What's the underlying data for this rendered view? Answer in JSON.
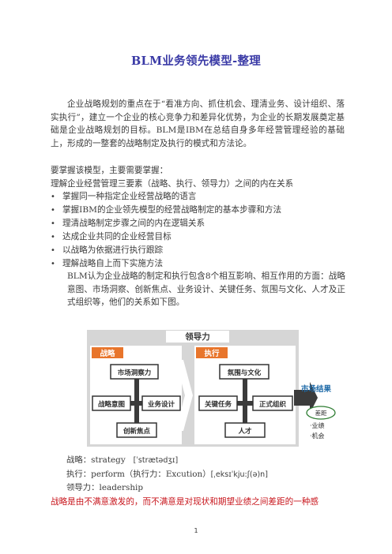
{
  "title": "BLM业务领先模型-整理",
  "intro": "企业战略规划的重点在于“看准方向、抓住机会、理清业务、设计组织、落实执行”，建立一个企业的核心竞争力和差异化优势，为企业的长期发展奠定基础是企业战略规划的目标。BLM是IBM在总结自身多年经营管理经验的基础上，形成的一整套的战略制定及执行的模式和方法论。",
  "requirements_intro": "要掌握该模型，主要需要掌握：",
  "requirements_detail": "理解企业经营管理三要素（战略、执行、领导力）之间的内在关系",
  "bullets": [
    "掌握同一种指定企业经营战略的语言",
    "掌握IBM的企业领先模型的经营战略制定的基本步骤和方法",
    "理清战略制定步骤之间的内在逻辑关系",
    "达成企业共同的企业经营目标",
    "以战略为依据进行执行跟踪",
    "理解战略自上而下实施方法"
  ],
  "blm_description": "BLM认为企业战略的制定和执行包含8个相互影响、相互作用的方面：战略意图、市场洞察、创新焦点、业务设计、关键任务、氛围与文化、人才及正式组织等，他们的关系如下图。",
  "diagram": {
    "leadership": "领导力",
    "strategy": "战略",
    "execution": "执行",
    "market_insight": "市场洞察力",
    "strategic_intent": "战略意图",
    "business_design": "业务设计",
    "innovation_focus": "创新焦点",
    "climate_culture": "氛围与文化",
    "critical_tasks": "关键任务",
    "formal_organization": "正式组织",
    "talent": "人才",
    "market_results": "市场结果",
    "gap": "差距",
    "performance_opportunity": "·业绩\n·机会",
    "colors": {
      "orange": "#e8752b",
      "dark": "#3b3b3b",
      "grey": "#cfcfcf",
      "blue": "#1e6aa8"
    }
  },
  "terms": {
    "strategy_label": "战略：strategy",
    "strategy_ipa": "[ˈstrætədʒɪ]",
    "execution_label": "执行：perform（执行力：Excution）",
    "execution_ipa": "[ˌeksɪˈkju:ʃ(ə)n]",
    "leadership_label": "领导力：leadership"
  },
  "red_note": "战略是由不满意激发的，而不满意是对现状和期望业绩之间差距的一种感",
  "page_number": "1"
}
